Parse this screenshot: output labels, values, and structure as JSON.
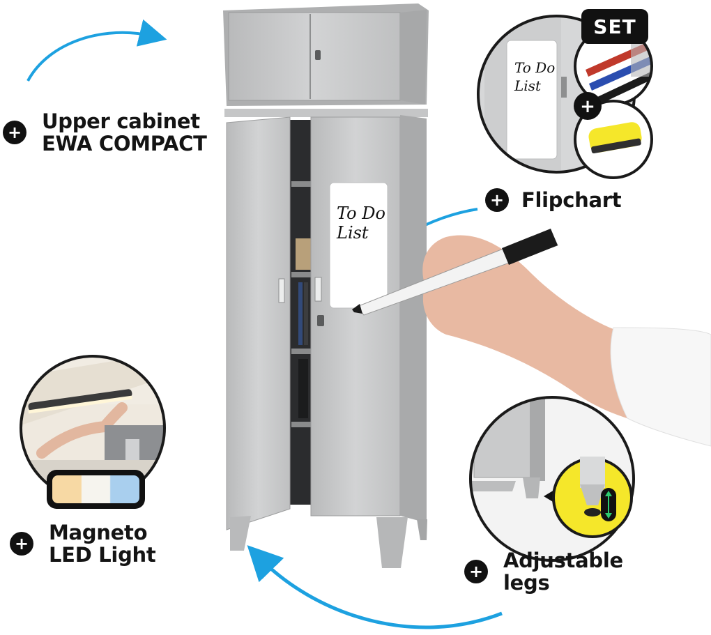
{
  "features": {
    "upper_cabinet": {
      "line1": "Upper cabinet",
      "line2": "EWA COMPACT"
    },
    "flipchart": {
      "line1": "Flipchart"
    },
    "led": {
      "line1": "Magneto",
      "line2": "LED Light"
    },
    "legs": {
      "line1": "Adjustable",
      "line2": "legs"
    }
  },
  "plus_symbol": "+",
  "board": {
    "line1": "To Do",
    "line2": "List"
  },
  "inset_board": {
    "line1": "To Do",
    "line2": "List"
  },
  "set_badge": "SET",
  "colors": {
    "arrow": "#1da1e0",
    "cabinet": "#c9cacb",
    "badge": "#111111",
    "yellow": "#f5e72a"
  }
}
